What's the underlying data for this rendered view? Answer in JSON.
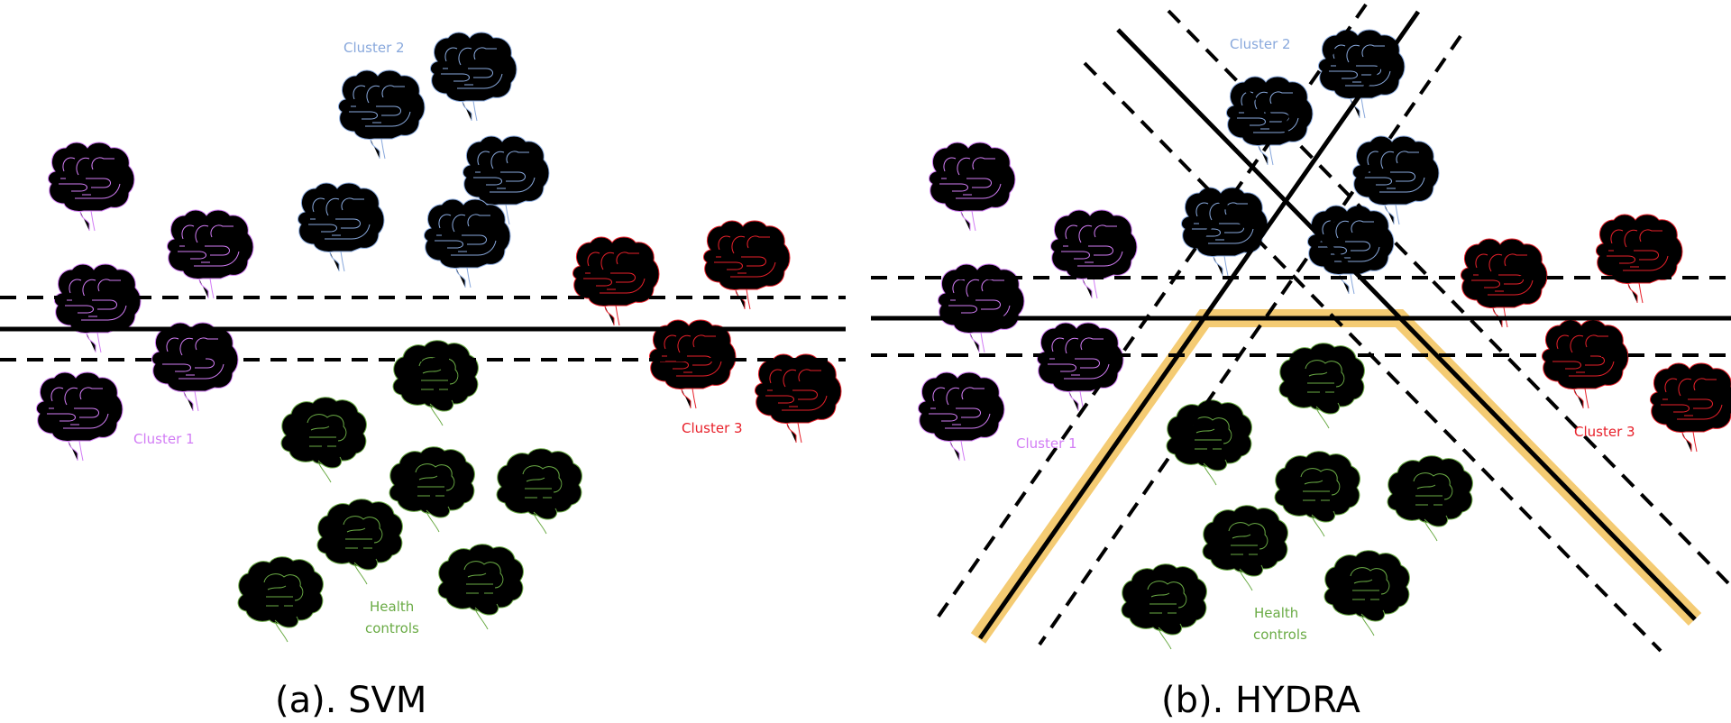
{
  "figure": {
    "panels": [
      {
        "id": "a",
        "caption": "(a). SVM",
        "method": "SVM",
        "labels": {
          "cluster1": "Cluster 1",
          "cluster2": "Cluster 2",
          "cluster3": "Cluster 3",
          "controls_line1": "Health",
          "controls_line2": "controls"
        },
        "groups": [
          {
            "name": "Cluster 1",
            "count": 5,
            "color": "#d27cf5"
          },
          {
            "name": "Cluster 2",
            "count": 5,
            "color": "#88a8dc"
          },
          {
            "name": "Cluster 3",
            "count": 4,
            "color": "#e8202a"
          },
          {
            "name": "Health controls",
            "count": 7,
            "color": "#6aab45"
          }
        ],
        "hyperplanes": 1,
        "margin_style": "dashed",
        "decision_style": "solid"
      },
      {
        "id": "b",
        "caption": "(b). HYDRA",
        "method": "HYDRA",
        "labels": {
          "cluster1": "Cluster 1",
          "cluster2": "Cluster 2",
          "cluster3": "Cluster 3",
          "controls_line1": "Health",
          "controls_line2": "controls"
        },
        "groups": [
          {
            "name": "Cluster 1",
            "count": 5,
            "color": "#d27cf5"
          },
          {
            "name": "Cluster 2",
            "count": 5,
            "color": "#88a8dc"
          },
          {
            "name": "Cluster 3",
            "count": 4,
            "color": "#e8202a"
          },
          {
            "name": "Health controls",
            "count": 7,
            "color": "#6aab45"
          }
        ],
        "hyperplanes": 3,
        "polytope_highlight_color": "#f2c25a",
        "margin_style": "dashed",
        "decision_style": "solid"
      }
    ],
    "colors": {
      "line": "#000000",
      "highlight": "#f2c25a"
    }
  }
}
